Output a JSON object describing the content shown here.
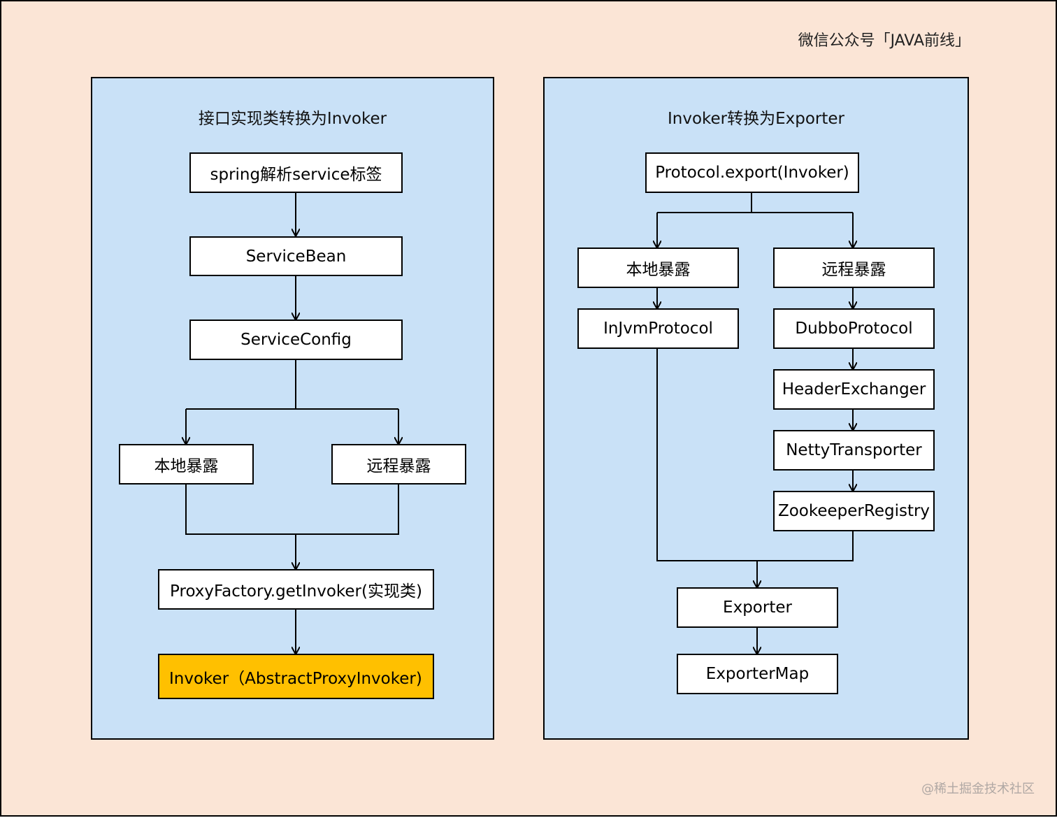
{
  "header": {
    "credit": "微信公众号「JAVA前线」"
  },
  "footer": {
    "watermark": "@稀土掘金技术社区"
  },
  "left_panel": {
    "title": "接口实现类转换为Invoker",
    "nodes": {
      "spring_parse": "spring解析service标签",
      "service_bean": "ServiceBean",
      "service_config": "ServiceConfig",
      "local_export": "本地暴露",
      "remote_export": "远程暴露",
      "proxy_factory": "ProxyFactory.getInvoker(实现类)",
      "invoker": "Invoker（AbstractProxyInvoker)"
    }
  },
  "right_panel": {
    "title": "Invoker转换为Exporter",
    "nodes": {
      "protocol_export": "Protocol.export(Invoker)",
      "local_export": "本地暴露",
      "remote_export": "远程暴露",
      "injvm_protocol": "InJvmProtocol",
      "dubbo_protocol": "DubboProtocol",
      "header_exchanger": "HeaderExchanger",
      "netty_transporter": "NettyTransporter",
      "zookeeper_registry": "ZookeeperRegistry",
      "exporter": "Exporter",
      "exporter_map": "ExporterMap"
    }
  },
  "colors": {
    "background": "#fbe5d6",
    "panel": "#c9e1f7",
    "node": "#ffffff",
    "highlight": "#ffc000",
    "line": "#000000"
  }
}
